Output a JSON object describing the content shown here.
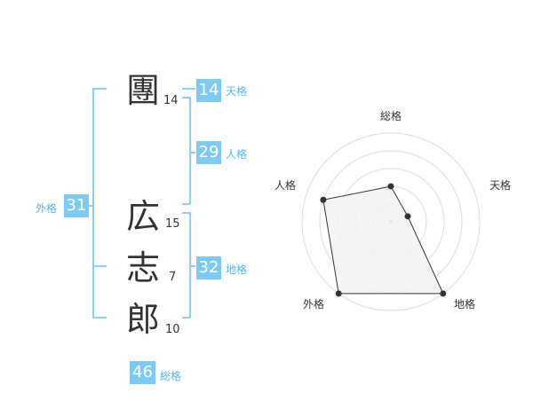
{
  "name": {
    "chars": [
      {
        "char": "團",
        "strokes": "14"
      },
      {
        "char": "広",
        "strokes": "15"
      },
      {
        "char": "志",
        "strokes": "7"
      },
      {
        "char": "郎",
        "strokes": "10"
      }
    ]
  },
  "fortunes": {
    "tenkaku": {
      "label": "天格",
      "value": "14"
    },
    "jinkaku": {
      "label": "人格",
      "value": "29"
    },
    "chikaku": {
      "label": "地格",
      "value": "32"
    },
    "gaikaku": {
      "label": "外格",
      "value": "31"
    },
    "soukaku": {
      "label": "総格",
      "value": "46"
    }
  },
  "radar": {
    "axes": [
      "総格",
      "天格",
      "地格",
      "外格",
      "人格"
    ],
    "levels": [
      0.4,
      0.2,
      1.0,
      1.0,
      0.8
    ],
    "rings": 5,
    "colors": {
      "ring": "#dddddd",
      "fill": "#f2f2f2",
      "line": "#333333"
    }
  },
  "colors": {
    "accent": "#7fcaf2",
    "bracket": "#8fd0f4",
    "accent_text": "#58b6ea"
  }
}
